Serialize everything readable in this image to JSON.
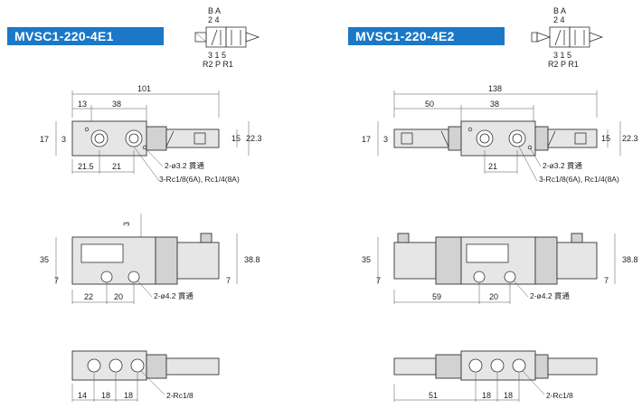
{
  "models": {
    "left": "MVSC1-220-4E1",
    "right": "MVSC1-220-4E2"
  },
  "symbol": {
    "top_ports": "B A",
    "top_numbers": "2 4",
    "bottom_numbers": "3 1 5",
    "bottom_ports": "R2 P R1"
  },
  "left": {
    "view1": {
      "overall": "101",
      "d13": "13",
      "d38": "38",
      "d17": "17",
      "d3": "3",
      "d15": "15",
      "d22_3": "22.3",
      "d21_5": "21.5",
      "d21": "21",
      "note_hole": "2-ø3.2 貫通",
      "note_port": "3-Rc1/8(6A), Rc1/4(8A)"
    },
    "view2": {
      "d3": "3",
      "d35": "35",
      "d38_8": "38.8",
      "d7a": "7",
      "d7b": "7",
      "d22": "22",
      "d20": "20",
      "note_hole": "2-ø4.2 貫通"
    },
    "view3": {
      "d14": "14",
      "d18a": "18",
      "d18b": "18",
      "note_port": "2-Rc1/8"
    }
  },
  "right": {
    "view1": {
      "overall": "138",
      "d50": "50",
      "d38": "38",
      "d17": "17",
      "d3": "3",
      "d15": "15",
      "d22_3": "22.3",
      "d21": "21",
      "note_hole": "2-ø3.2 貫通",
      "note_port": "3-Rc1/8(6A), Rc1/4(8A)"
    },
    "view2": {
      "d35": "35",
      "d38_8": "38.8",
      "d7a": "7",
      "d7b": "7",
      "d59": "59",
      "d20": "20",
      "note_hole": "2-ø4.2 貫通"
    },
    "view3": {
      "d51": "51",
      "d18a": "18",
      "d18b": "18",
      "note_port": "2-Rc1/8"
    }
  }
}
